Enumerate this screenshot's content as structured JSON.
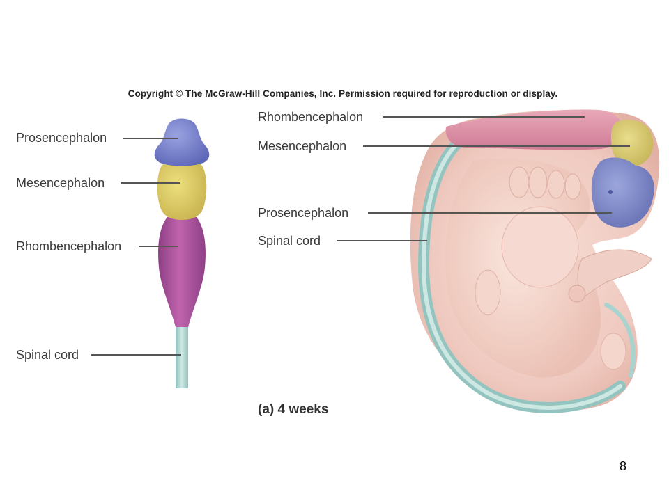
{
  "copyright": "Copyright © The McGraw-Hill Companies, Inc. Permission required for reproduction or display.",
  "left_labels": {
    "prosencephalon": "Prosencephalon",
    "mesencephalon": "Mesencephalon",
    "rhombencephalon": "Rhombencephalon",
    "spinal_cord": "Spinal cord"
  },
  "right_labels": {
    "rhombencephalon": "Rhombencephalon",
    "mesencephalon": "Mesencephalon",
    "prosencephalon": "Prosencephalon",
    "spinal_cord": "Spinal cord"
  },
  "caption": "(a) 4 weeks",
  "page_number": "8",
  "colors": {
    "prosencephalon": "#7b86cf",
    "mesencephalon": "#d9cc6a",
    "rhombencephalon": "#a8509a",
    "spinal_cord": "#a9d3cf",
    "embryo_skin": "#f2d0c6"
  }
}
